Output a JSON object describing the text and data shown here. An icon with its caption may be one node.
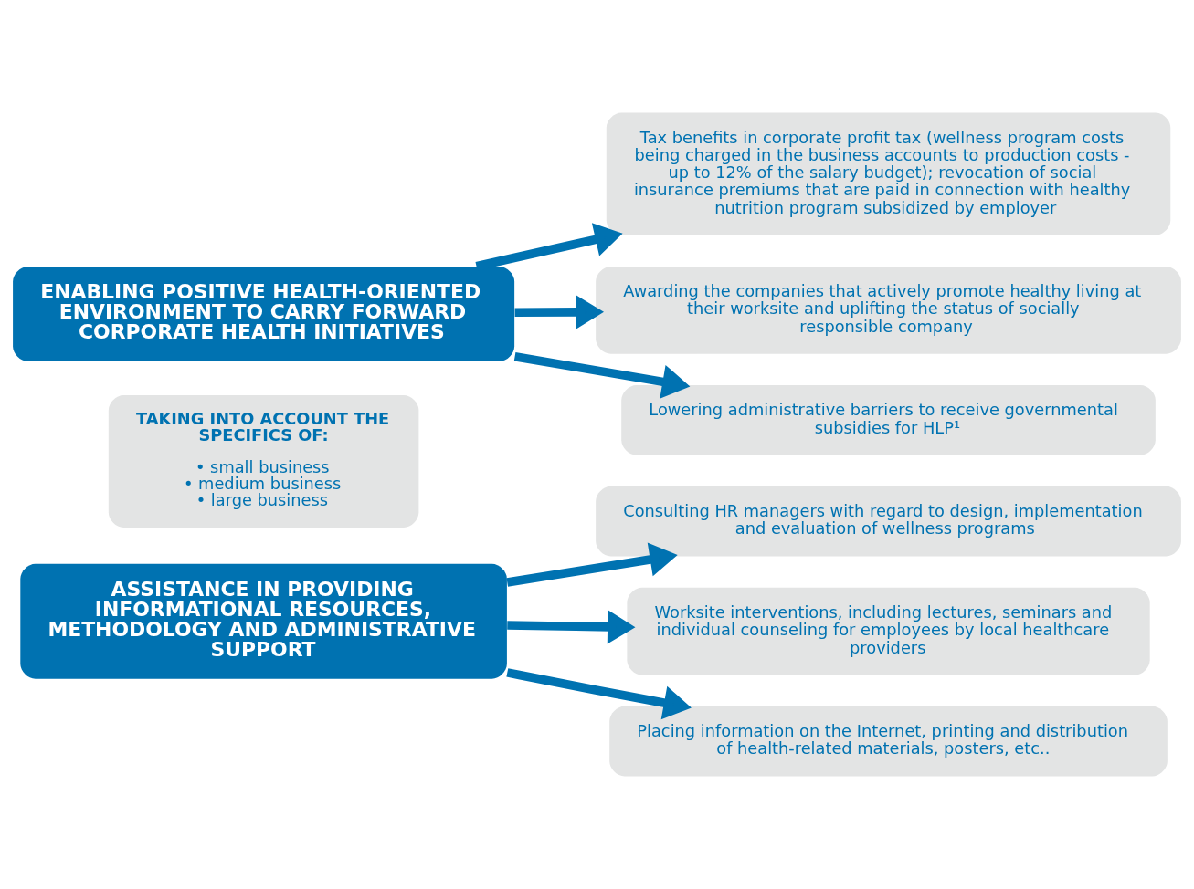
{
  "diagram": {
    "nodes": [
      {
        "text": [
          "ENABLING POSITIVE HEALTH-ORIENTED ENVIRONMENT TO CARRY FORWARD CORPORATE HEALTH INITIATIVES"
        ]
      },
      {
        "text": [
          "TAKING INTO ACCOUNT THE SPECIFICS OF:",
          "• small business",
          "• medium business",
          "• large business"
        ]
      },
      {
        "text": [
          "Tax benefits in corporate profit tax (wellness program costs being charged in the business accounts to production costs - up to 12% of the salary budget); revocation of social insurance premiums that are paid in connection with healthy nutrition program subsidized by employer"
        ]
      },
      {
        "text": [
          "Awarding the companies that actively promote healthy living at their worksite and uplifting the status of socially responsible company"
        ]
      },
      {
        "text": [
          "Lowering administrative barriers to receive governmental subsidies for HLP¹"
        ]
      },
      {
        "text": [
          "ASSISTANCE IN PROVIDING INFORMATIONAL RESOURCES, METHODOLOGY AND ADMINISTRATIVE SUPPORT"
        ]
      },
      {
        "text": [
          "Consulting HR managers with regard to design, implementation and evaluation of wellness programs"
        ]
      },
      {
        "text": [
          "Worksite interventions, including lectures, seminars and individual counseling for employees by local healthcare providers"
        ]
      },
      {
        "text": [
          "Placing information on the Internet, printing and distribution of health-related materials, posters, etc.."
        ]
      }
    ],
    "edges": [
      {
        "from": 0,
        "to": 2,
        "arrow": "to"
      },
      {
        "from": 0,
        "to": 3,
        "arrow": "to"
      },
      {
        "from": 0,
        "to": 4,
        "arrow": "to"
      },
      {
        "from": 5,
        "to": 6,
        "arrow": "to"
      },
      {
        "from": 5,
        "to": 7,
        "arrow": "to"
      },
      {
        "from": 5,
        "to": 8,
        "arrow": "to"
      }
    ]
  }
}
